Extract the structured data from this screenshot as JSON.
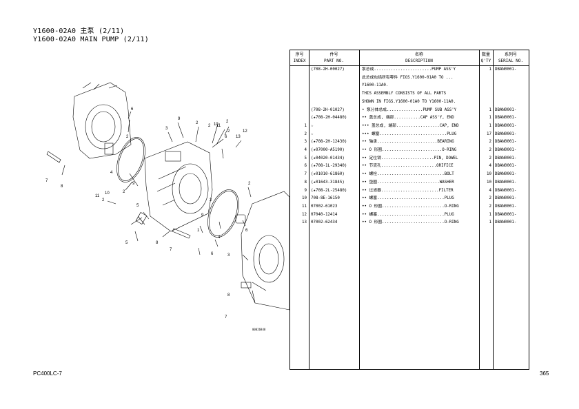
{
  "header": {
    "title_cn": "Y1600-02A0 主泵 (2/11)",
    "title_en": "Y1600-02A0 MAIN PUMP (2/11)"
  },
  "illustration": {
    "drawing_number": "00026848",
    "callouts": [
      "1",
      "2",
      "3",
      "4",
      "5",
      "6",
      "7",
      "8",
      "9",
      "10",
      "11",
      "12",
      "13"
    ]
  },
  "table": {
    "headers": {
      "index_cn": "序号",
      "index_en": "INDEX",
      "part_cn": "件号",
      "part_en": "PART NO.",
      "desc_cn": "名称",
      "desc_en": "DESCRIPTION",
      "qty_cn": "数量",
      "qty_en": "Q'TY",
      "serial_cn": "系列号",
      "serial_en": "SERIAL NO."
    },
    "rows": [
      {
        "index": "",
        "part": "(708-2H-00027)",
        "desc": "泵总成........................PUMP ASS'Y",
        "qty": "1",
        "serial": "DBAN0001-"
      },
      {
        "index": "",
        "part": "",
        "desc": "此总成包括所有零件 FIGS.Y1600-01A0 TO ...",
        "qty": "",
        "serial": ""
      },
      {
        "index": "",
        "part": "",
        "desc": "  Y1600-11A0.",
        "qty": "",
        "serial": ""
      },
      {
        "index": "",
        "part": "",
        "desc": "  THIS ASSEMBLY CONSISTS OF ALL PARTS",
        "qty": "",
        "serial": ""
      },
      {
        "index": "",
        "part": "",
        "desc": "  SHOWN IN FIGS.Y1600-01A0 TO Y1600-11A0.",
        "qty": "",
        "serial": ""
      },
      {
        "index": "",
        "part": "(708-2H-01027)",
        "desc": "• 泵分体总成...............PUMP SUB ASS'Y",
        "qty": "1",
        "serial": "DBAN0001-"
      },
      {
        "index": "",
        "part": "(★708-2H-04480)",
        "desc": "•• 盖总成, 端部...........CAP ASS'Y, END",
        "qty": "1",
        "serial": "DBAN0001-"
      },
      {
        "index": "1",
        "part": "☆",
        "desc": "••• 盖总成, 端部..................CAP, END",
        "qty": "1",
        "serial": "DBAN0001-"
      },
      {
        "index": "2",
        "part": "☆",
        "desc": "••• 螺塞............................PLUG",
        "qty": "17",
        "serial": "DBAN0001-"
      },
      {
        "index": "3",
        "part": "(★708-2H-12430)",
        "desc": "•• 轴承.........................BEARING",
        "qty": "2",
        "serial": "DBAN0001-"
      },
      {
        "index": "4",
        "part": "(★07000-A5190)",
        "desc": "•• O 形圈.........................O-RING",
        "qty": "2",
        "serial": "DBAN0001-"
      },
      {
        "index": "5",
        "part": "(★04020-01434)",
        "desc": "•• 定位销......................PIN, DOWEL",
        "qty": "2",
        "serial": "DBAN0001-"
      },
      {
        "index": "6",
        "part": "(★708-1L-29340)",
        "desc": "•• 节流孔.......................ORIFICE",
        "qty": "4",
        "serial": "DBAN0001-"
      },
      {
        "index": "7",
        "part": "(★01010-61860)",
        "desc": "•• 螺栓............................BOLT",
        "qty": "10",
        "serial": "DBAN0001-"
      },
      {
        "index": "8",
        "part": "(★01643-31845)",
        "desc": "•• 垫圈..........................WASHER",
        "qty": "10",
        "serial": "DBAN0001-"
      },
      {
        "index": "9",
        "part": "(★708-2L-25480)",
        "desc": "•• 过滤器........................FILTER",
        "qty": "4",
        "serial": "DBAN0001-"
      },
      {
        "index": "10",
        "part": "708-8E-16150",
        "desc": "•• 螺塞............................PLUG",
        "qty": "2",
        "serial": "DBAN0001-"
      },
      {
        "index": "11",
        "part": "07002-61023",
        "desc": "•• O 形圈..........................O-RING",
        "qty": "2",
        "serial": "DBAN0001-"
      },
      {
        "index": "12",
        "part": "07040-12414",
        "desc": "•• 螺塞............................PLUG",
        "qty": "1",
        "serial": "DBAN0001-"
      },
      {
        "index": "13",
        "part": "07002-62434",
        "desc": "•• O 形圈..........................O-RING",
        "qty": "1",
        "serial": "DBAN0001-"
      }
    ]
  },
  "footer": {
    "model": "PC400LC-7",
    "page": "365"
  }
}
